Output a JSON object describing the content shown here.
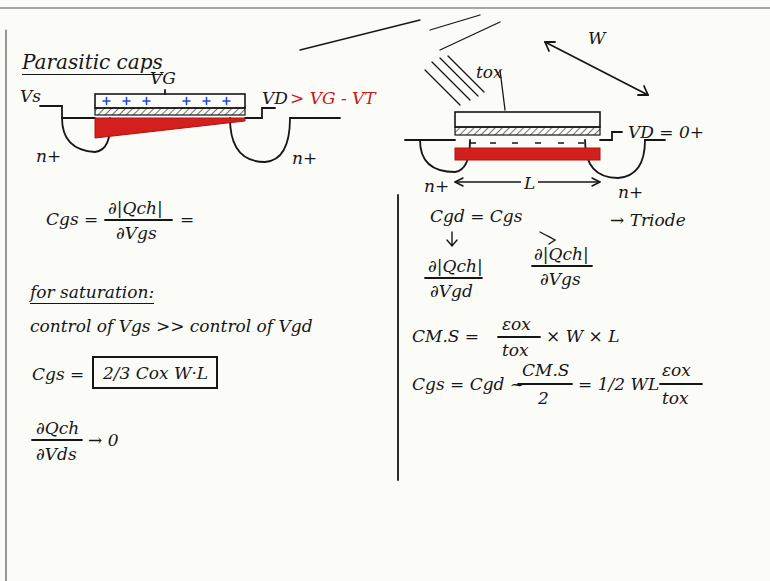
{
  "diagram": {
    "nodes": [
      {
        "text": [
          "2/3 Cox W·L"
        ]
      }
    ],
    "labels": [
      "Parasitic caps",
      "Vs",
      "VG",
      "VD",
      "> VG - VT",
      "n+",
      "n+",
      "W",
      "tox",
      "VD = 0+",
      "n+",
      "n+",
      "L",
      "Cgs =",
      "∂|Qch|",
      "∂Vgs",
      "=",
      "Cgd = Cgs",
      "→ Triode",
      "∂|Qch|",
      "∂Vgd",
      "∂|Qch|",
      "∂Vgs",
      "for saturation:",
      "control of Vgs >> control of Vgd",
      "CM.S =",
      "εox",
      "tox",
      "× W × L",
      "Cgs =",
      "Cgs = Cgd ~",
      "CM.S",
      "2",
      "= 1/2 WL",
      "εox",
      "tox",
      "∂Qch",
      "∂Vds",
      "→ 0"
    ]
  }
}
